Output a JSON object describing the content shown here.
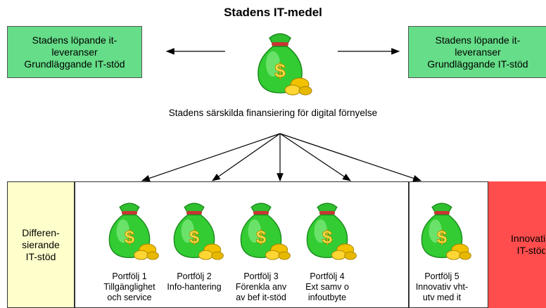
{
  "title": "Stadens IT-medel",
  "left_box": {
    "lines": [
      "Stadens löpande it-",
      "leveranser",
      "Grundläggande IT-stöd"
    ]
  },
  "right_box": {
    "lines": [
      "Stadens löpande it-",
      "leveranser",
      "Grundläggande IT-stöd"
    ]
  },
  "subtitle": "Stadens särskilda finansiering för digital förnyelse",
  "diff": {
    "lines": [
      "Differen-",
      "sierande",
      "IT-stöd"
    ]
  },
  "innov": {
    "lines": [
      "Innovativt",
      "IT-stöd"
    ]
  },
  "portfolios": [
    {
      "lines": [
        "Portfölj 1",
        "Tillgänglighet",
        "och service"
      ]
    },
    {
      "lines": [
        "Portfölj 2",
        "Info-hantering"
      ]
    },
    {
      "lines": [
        "Portfölj 3",
        "Förenkla anv",
        "av bef it-stöd"
      ]
    },
    {
      "lines": [
        "Portfölj 4",
        "Ext samv o",
        "infoutbyte"
      ]
    },
    {
      "lines": [
        "Portfölj 5",
        "Innovativ vht-",
        "utv med it"
      ]
    }
  ],
  "icons": {
    "money_bag": "money-bag-icon",
    "coin": "gold-coin-icon"
  },
  "colors": {
    "green_box": "#66dd88",
    "diff_bg": "#ffffcc",
    "innov_bg": "#ff4d4d",
    "bag": "#33cc33",
    "bag_tie": "#cc3333",
    "coin": "#f2c200"
  }
}
